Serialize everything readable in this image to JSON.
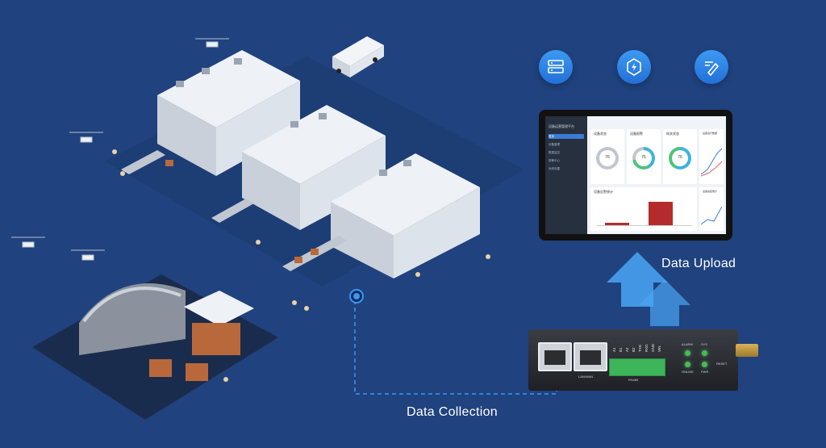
{
  "labels": {
    "data_upload": "Data Upload",
    "data_collection": "Data Collection"
  },
  "icons": [
    "server-icon",
    "gateway-icon",
    "edit-config-icon"
  ],
  "colors": {
    "background": "#20427e",
    "accent_blue": "#3b97f0",
    "terminal_green": "#3db55a",
    "bar_red": "#b52b2b"
  },
  "dashboard": {
    "app_title": "设备运营管理平台",
    "menu": [
      "首页",
      "设备管理",
      "数据监控",
      "报警中心",
      "系统设置"
    ],
    "cards": [
      {
        "title": "设备状态",
        "value": "76"
      },
      {
        "title": "设备报警",
        "value": "76"
      },
      {
        "title": "网关状态",
        "value": "76"
      },
      {
        "title": "设备运行数据"
      }
    ],
    "bar_chart_title": "设备告警统计",
    "trend_title": "设备采集统计"
  },
  "router": {
    "port_label": "LAN/WAN",
    "terminal_pins": [
      "A1",
      "B1",
      "A2",
      "B2",
      "TXD",
      "RXD",
      "GND",
      "VIN"
    ],
    "terminal_caption": "RS485",
    "leds": [
      "ALARM",
      "SYS",
      "ONLINE",
      "PWR"
    ],
    "reset_label": "RESET"
  }
}
